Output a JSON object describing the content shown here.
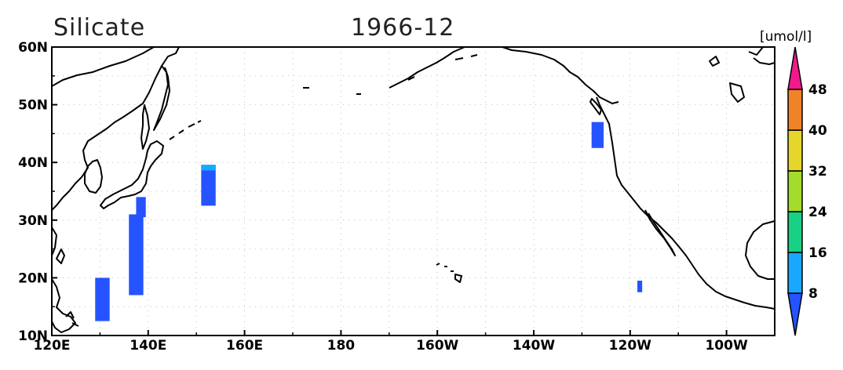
{
  "map": {
    "title": "Silicate",
    "date": "1966-12",
    "units": "[umol/l]",
    "lon_labels": [
      "120E",
      "140E",
      "160E",
      "180",
      "160W",
      "140W",
      "120W",
      "100W"
    ],
    "lat_labels": [
      "10N",
      "20N",
      "30N",
      "40N",
      "50N",
      "60N"
    ],
    "extent": {
      "lon_min": 120,
      "lon_max": 270,
      "lat_min": 10,
      "lat_max": 60
    }
  },
  "colorbar": {
    "ticks": [
      "8",
      "16",
      "24",
      "32",
      "40",
      "48"
    ],
    "colors": [
      "#2553ff",
      "#19a8ff",
      "#17d184",
      "#a3dc2a",
      "#e6d62b",
      "#f08228",
      "#f01a8c"
    ]
  },
  "data_patches": [
    {
      "lon": [
        129,
        132
      ],
      "lat": [
        12.5,
        20
      ],
      "color": "#2553ff"
    },
    {
      "lon": [
        136,
        139
      ],
      "lat": [
        17,
        31
      ],
      "color": "#2553ff"
    },
    {
      "lon": [
        137.5,
        139.5
      ],
      "lat": [
        30.5,
        34
      ],
      "color": "#2553ff"
    },
    {
      "lon": [
        151,
        154
      ],
      "lat": [
        32.5,
        39.5
      ],
      "color": "#2553ff"
    },
    {
      "lon": [
        151,
        154
      ],
      "lat": [
        38.6,
        39.6
      ],
      "color": "#19a8ff"
    },
    {
      "lon": [
        232,
        234.5
      ],
      "lat": [
        42.5,
        47
      ],
      "color": "#2553ff"
    },
    {
      "lon": [
        241.5,
        242.5
      ],
      "lat": [
        17.5,
        19.5
      ],
      "color": "#2553ff"
    }
  ]
}
